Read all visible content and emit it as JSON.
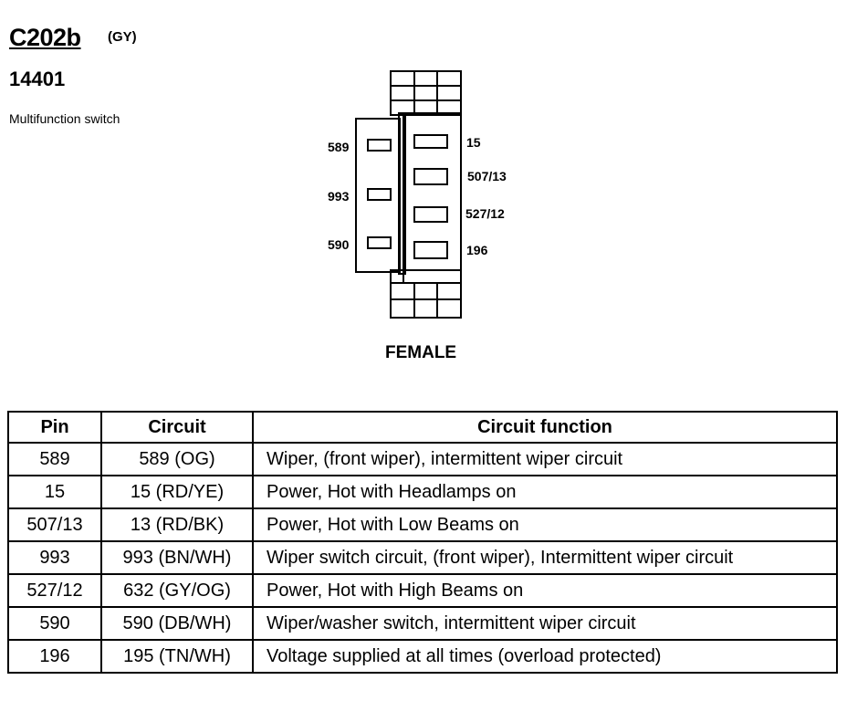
{
  "connector": {
    "id": "C202b",
    "color_code": "(GY)",
    "part_number": "14401",
    "description": "Multifunction switch",
    "gender": "FEMALE",
    "left_pins": [
      "589",
      "993",
      "590"
    ],
    "right_pins": [
      "15",
      "507/13",
      "527/12",
      "196"
    ]
  },
  "table": {
    "headers": [
      "Pin",
      "Circuit",
      "Circuit function"
    ],
    "rows": [
      {
        "pin": "589",
        "circuit": "589 (OG)",
        "function": "Wiper, (front wiper), intermittent wiper circuit"
      },
      {
        "pin": "15",
        "circuit": "15 (RD/YE)",
        "function": "Power, Hot with Headlamps on"
      },
      {
        "pin": "507/13",
        "circuit": "13 (RD/BK)",
        "function": "Power, Hot with Low Beams on"
      },
      {
        "pin": "993",
        "circuit": "993 (BN/WH)",
        "function": "Wiper switch circuit, (front wiper), Intermittent wiper circuit"
      },
      {
        "pin": "527/12",
        "circuit": "632 (GY/OG)",
        "function": "Power, Hot with High Beams on"
      },
      {
        "pin": "590",
        "circuit": "590 (DB/WH)",
        "function": "Wiper/washer switch, intermittent wiper circuit"
      },
      {
        "pin": "196",
        "circuit": "195 (TN/WH)",
        "function": "Voltage supplied at all times (overload protected)"
      }
    ]
  }
}
